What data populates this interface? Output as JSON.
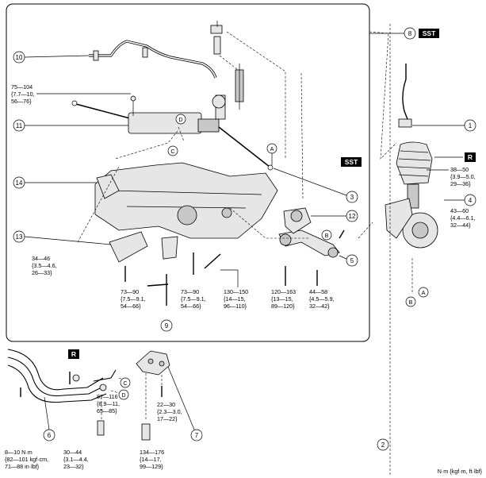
{
  "callouts": {
    "c1": "1",
    "c2": "2",
    "c3": "3",
    "c4": "4",
    "c5": "5",
    "c6": "6",
    "c7": "7",
    "c8": "8",
    "c9": "9",
    "c10": "10",
    "c11": "11",
    "c12": "12",
    "c13": "13",
    "c14": "14"
  },
  "letters": {
    "A": "A",
    "B": "B",
    "C": "C",
    "D": "D"
  },
  "badges": {
    "sst": "SST",
    "r": "R"
  },
  "torques": {
    "t_tierod": [
      "75—104",
      "{7.7—10,",
      "56—76}"
    ],
    "t_strut": [
      "38—50",
      "{3.9—5.0,",
      "29—36}"
    ],
    "t_stab": [
      "43—60",
      "{4.4—6.1,",
      "32—44}"
    ],
    "t_mount": [
      "34—46",
      "{3.5—4.6,",
      "26—33}"
    ],
    "t_f1": [
      "73—90",
      "{7.5—9.1,",
      "54—66}"
    ],
    "t_f2": [
      "73—90",
      "{7.5—9.1,",
      "54—66}"
    ],
    "t_f3": [
      "130—150",
      "{14—15,",
      "96—110}"
    ],
    "t_f4": [
      "120—163",
      "{13—15,",
      "89—120}"
    ],
    "t_f5": [
      "44—58",
      "{4.5—5.9,",
      "32—42}"
    ],
    "t_pipe": [
      "8—10 N·m",
      "{82—101 kgf·cm,",
      "71—88 in·lbf}"
    ],
    "t_bracket": [
      "30—44",
      "{3.1—4.4,",
      "23—32}"
    ],
    "t_p2": [
      "87—116",
      "{8.9—11,",
      "65—85}"
    ],
    "t_p3": [
      "134—176",
      "{14—17,",
      "99—129}"
    ],
    "t_p4": [
      "22—30",
      "{2.3—3.0,",
      "17—22}"
    ]
  },
  "units_note": "N·m {kgf·m, ft·lbf}"
}
